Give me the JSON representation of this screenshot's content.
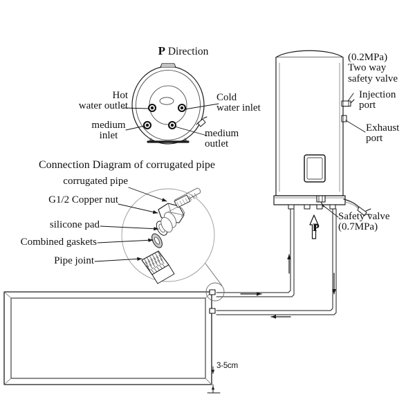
{
  "diagram": {
    "title_top_view": "P Direction",
    "connection_title": "Connection Diagram of corrugated pipe"
  },
  "top_view_labels": {
    "hot_water_outlet": "Hot\nwater outlet",
    "cold_water_inlet": "Cold\nwater inlet",
    "medium_inlet": "medium\ninlet",
    "medium_outlet": "medium\noutlet"
  },
  "tank_labels": {
    "two_way_safety_valve": "(0.2MPa)\nTwo way\nsafety valve",
    "injection_port": "Injection\nport",
    "exhaust_port": "Exhaust\nport",
    "safety_valve": "Safety valve\n(0.7MPa)",
    "flow_direction_marker": "P"
  },
  "connection_parts": [
    {
      "label": "corrugated pipe"
    },
    {
      "label": "G1/2 Copper nut"
    },
    {
      "label": "silicone pad"
    },
    {
      "label": "Combined gaskets"
    },
    {
      "label": "Pipe joint"
    }
  ],
  "dimensions": {
    "collector_gap": "3-5cm"
  },
  "colors": {
    "line": "#1a1a1a",
    "light_line": "#555555",
    "background": "#ffffff",
    "fill": "#ffffff",
    "shade": "#bdbdbd"
  }
}
